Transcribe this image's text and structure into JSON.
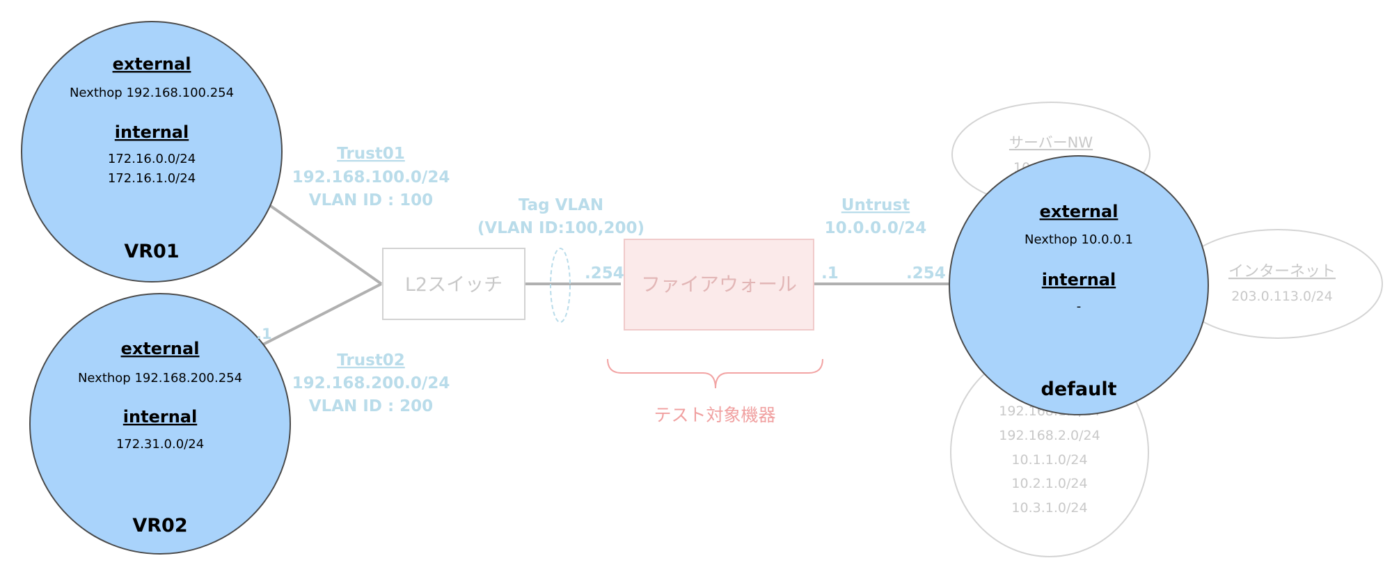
{
  "colors": {
    "vr_fill": "#a9d3fb",
    "vr_stroke": "#4a4a4a",
    "faded_label": "#b9dcea",
    "faded_gray": "#c8c8c8",
    "link_gray": "#b0b0b0",
    "firewall_fill": "#fbeaea",
    "firewall_stroke": "#f0caca",
    "firewall_label": "#e2b6b6",
    "brace": "#f2a3a3",
    "test_label": "#f0a0a0"
  },
  "vr01": {
    "ext_title": "external",
    "ext_nexthop": "Nexthop 192.168.100.254",
    "int_title": "internal",
    "int_routes": [
      "172.16.0.0/24",
      "172.16.1.0/24"
    ],
    "name": "VR01"
  },
  "vr02": {
    "ext_title": "external",
    "ext_nexthop": "Nexthop 192.168.200.254",
    "int_title": "internal",
    "int_routes": [
      "172.31.0.0/24"
    ],
    "name": "VR02"
  },
  "default_vr": {
    "ext_title": "external",
    "ext_nexthop": "Nexthop 10.0.0.1",
    "int_title": "internal",
    "int_value": "-",
    "name": "default"
  },
  "trust01": {
    "title": "Trust01",
    "network": "192.168.100.0/24",
    "vlan": "VLAN ID : 100"
  },
  "trust02": {
    "title": "Trust02",
    "network": "192.168.200.0/24",
    "vlan": "VLAN ID : 200"
  },
  "vr02_link_label": ".1",
  "tagvlan": {
    "line1": "Tag VLAN",
    "line2": "(VLAN ID:100,200)"
  },
  "untrust": {
    "title": "Untrust",
    "network": "10.0.0.0/24"
  },
  "l2switch": {
    "label": "L2スイッチ"
  },
  "firewall": {
    "label": "ファイアウォール",
    "left_ip": ".254",
    "right_ip": ".1"
  },
  "router_ip": ".254",
  "test_target": {
    "label": "テスト対象機器"
  },
  "server_nw": {
    "title": "サーバーNW",
    "network": "10.25"
  },
  "internet": {
    "title": "インターネット",
    "network": "203.0.113.0/24"
  },
  "lower_nw": {
    "routes": [
      "192.168.1.0/24",
      "192.168.2.0/24",
      "10.1.1.0/24",
      "10.2.1.0/24",
      "10.3.1.0/24"
    ]
  }
}
